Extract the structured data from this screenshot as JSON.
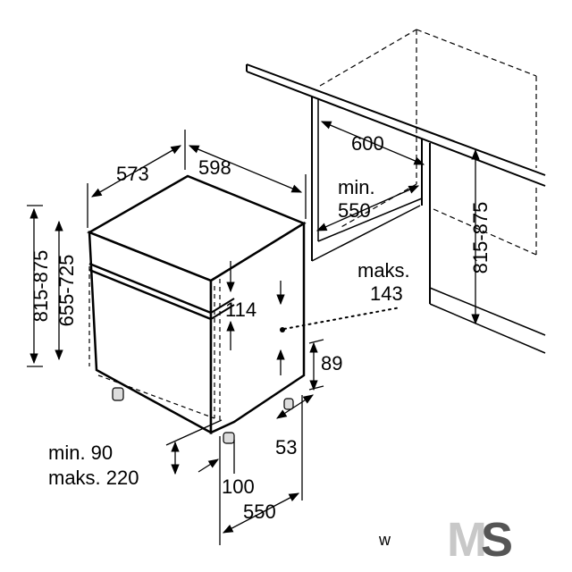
{
  "dimensions": {
    "depth": "573",
    "width": "598",
    "niche_width": "600",
    "niche_depth_min": "min.",
    "niche_depth_value": "550",
    "niche_height": "815-875",
    "overall_height": "815-875",
    "body_height": "655-725",
    "door_offset_label": "maks.",
    "door_offset_value": "143",
    "top_gap": "114",
    "foot_height": "89",
    "foot_inset": "53",
    "plinth_min_label": "min. 90",
    "plinth_max_label": "maks. 220",
    "foot_depth": "100",
    "base_depth": "550"
  },
  "watermark": {
    "letter": "w",
    "logo": "MS"
  },
  "colors": {
    "line": "#000000",
    "logo_m": "#c8c8c8",
    "logo_s": "#555555"
  }
}
